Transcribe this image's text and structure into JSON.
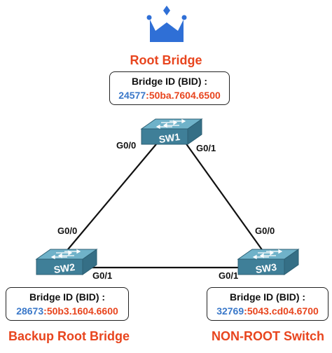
{
  "root": {
    "role_label": "Root Bridge",
    "bid_label": "Bridge ID (BID) :",
    "priority": "24577",
    "separator": ":",
    "mac": "50ba.7604.6500"
  },
  "backup": {
    "role_label": "Backup Root Bridge",
    "bid_label": "Bridge ID (BID) :",
    "priority": "28673",
    "separator": ":",
    "mac": "50b3.1604.6600"
  },
  "nonroot": {
    "role_label": "NON-ROOT Switch",
    "bid_label": "Bridge ID (BID) :",
    "priority": "32769",
    "separator": ":",
    "mac": "5043.cd04.6700"
  },
  "switches": {
    "sw1": "SW1",
    "sw2": "SW2",
    "sw3": "SW3"
  },
  "ports": {
    "sw1_left": "G0/0",
    "sw1_right": "G0/1",
    "sw2_top": "G0/0",
    "sw2_right": "G0/1",
    "sw3_top": "G0/0",
    "sw3_left": "G0/1"
  },
  "colors": {
    "accent": "#e8451e",
    "priority": "#3a78c9",
    "switch_body": "#5ea0b8",
    "crown": "#2f6fd6"
  },
  "icons": {
    "crown": "crown-icon",
    "switch": "switch-icon"
  }
}
